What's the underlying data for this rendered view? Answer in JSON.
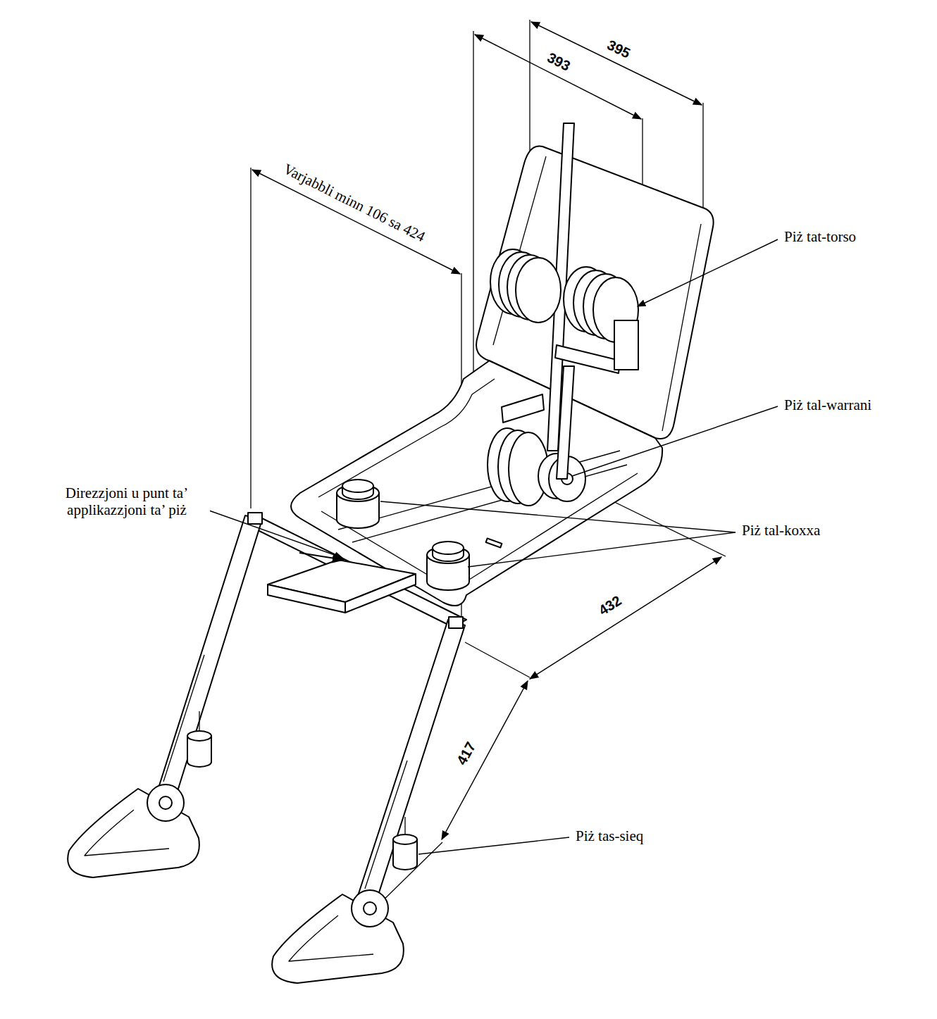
{
  "diagram": {
    "labels": [
      "395",
      "393",
      "Varjabbli minn 106 sa 424",
      "Piż tat-torso",
      "Piż tal-warrani",
      "Direzzjoni u punt ta’ applikazzjoni ta’ piż",
      "Piż tal-koxxa",
      "432",
      "417",
      "Piż tas-sieq"
    ]
  }
}
